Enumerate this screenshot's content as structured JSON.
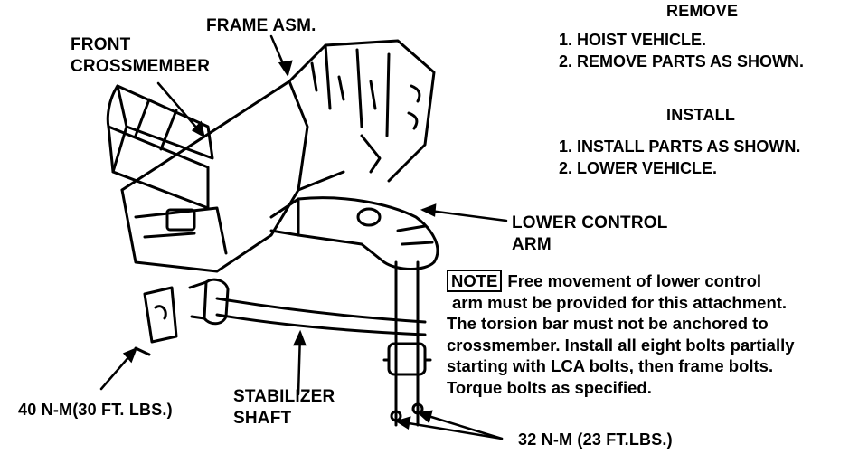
{
  "remove": {
    "heading": "REMOVE",
    "steps": [
      "1. HOIST VEHICLE.",
      "2. REMOVE PARTS AS SHOWN."
    ]
  },
  "install": {
    "heading": "INSTALL",
    "steps": [
      "1. INSTALL PARTS AS SHOWN.",
      "2. LOWER VEHICLE."
    ]
  },
  "labels": {
    "frame_asm": "FRAME ASM.",
    "front_crossmember_1": "FRONT",
    "front_crossmember_2": "CROSSMEMBER",
    "lower_control_arm_1": "LOWER CONTROL",
    "lower_control_arm_2": "ARM",
    "stabilizer_shaft_1": "STABILIZER",
    "stabilizer_shaft_2": "SHAFT",
    "torque_left": "40 N-M(30 FT. LBS.)",
    "torque_right": "32 N-M (23 FT.LBS.)"
  },
  "note": {
    "tag": "NOTE",
    "lines": [
      "Free movement of lower control",
      "arm must be provided for this attachment.",
      "The torsion bar must not be anchored to",
      "crossmember. Install all eight bolts partially",
      "starting with LCA bolts, then frame bolts.",
      "Torque bolts as specified."
    ]
  }
}
